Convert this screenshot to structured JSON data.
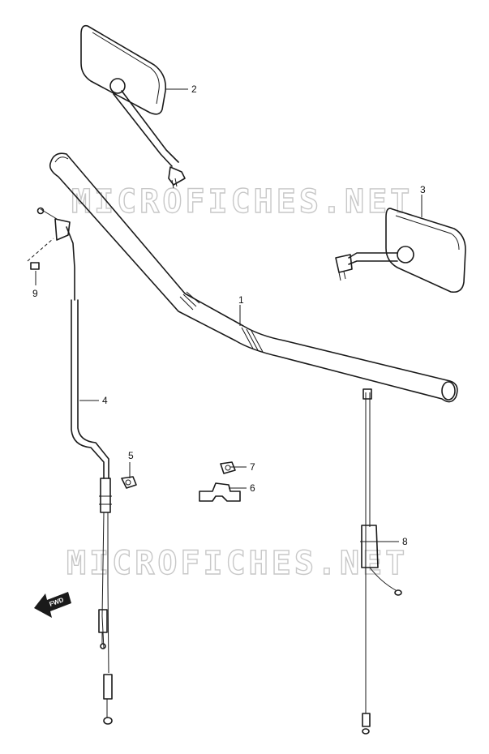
{
  "watermark": "MICROFICHES.NET",
  "fwd_label": "FWD",
  "callouts": {
    "handlebar": "1",
    "mirror_left": "2",
    "mirror_right": "3",
    "throttle_cable": "4",
    "cable_bolt": "5",
    "cable_clamp": "6",
    "clamp_bolt": "7",
    "choke_cable": "8",
    "adjuster_bolt": "9"
  },
  "colors": {
    "line": "#1a1a1a",
    "watermark": "#c8c8c8",
    "background": "#ffffff"
  }
}
